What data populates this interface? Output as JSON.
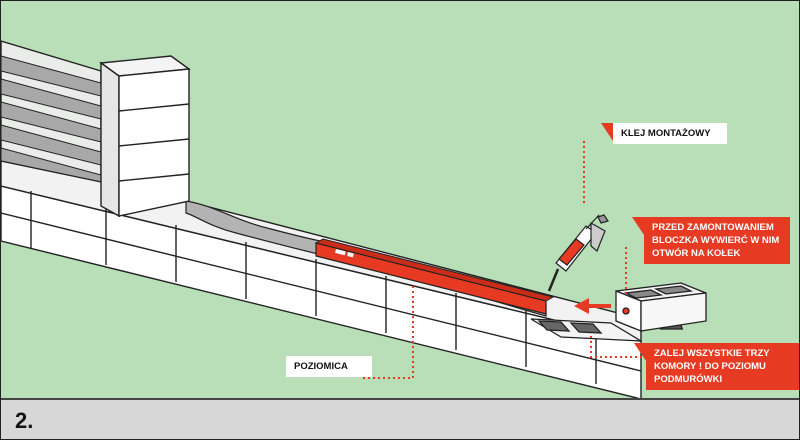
{
  "step_number": "2.",
  "callouts": {
    "glue": "KLEJ MONTAŻOWY",
    "before_mount": "PRZED ZAMONTOWANIEM BLOCZKA WYWIERĆ W NIM OTWÓR NA KOŁEK",
    "fill_chambers": "ZALEJ WSZYSTKIE TRZY KOMORY ! DO POZIOMU PODMURÓWKI",
    "level": "POZIOMICA"
  },
  "colors": {
    "background": "#b9dfb8",
    "accent_red": "#e73a23",
    "block_white": "#ffffff",
    "outline": "#222222",
    "footer": "#d7d7d7"
  }
}
